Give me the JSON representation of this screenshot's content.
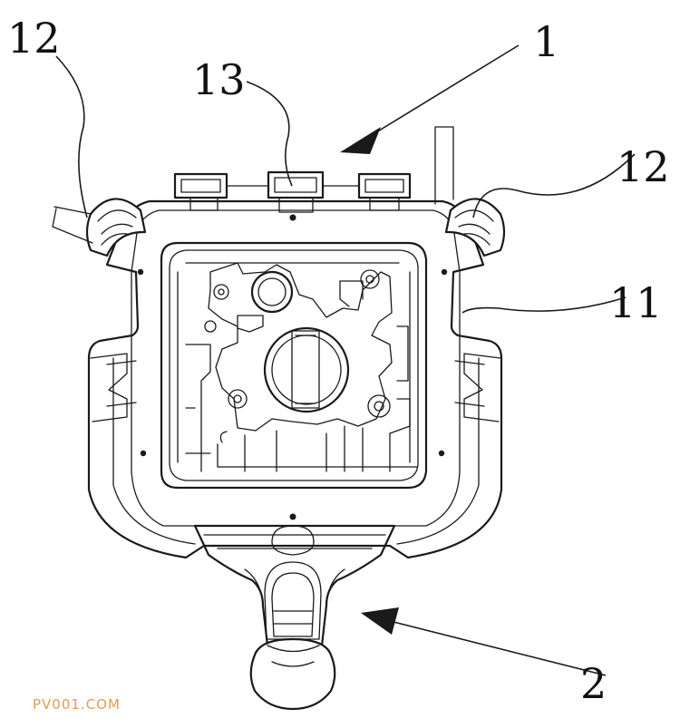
{
  "labels": {
    "l12_left": "12",
    "l13": "13",
    "l1": "1",
    "l12_right": "12",
    "l11": "11",
    "l2": "2"
  },
  "watermark": "PV001.COM"
}
